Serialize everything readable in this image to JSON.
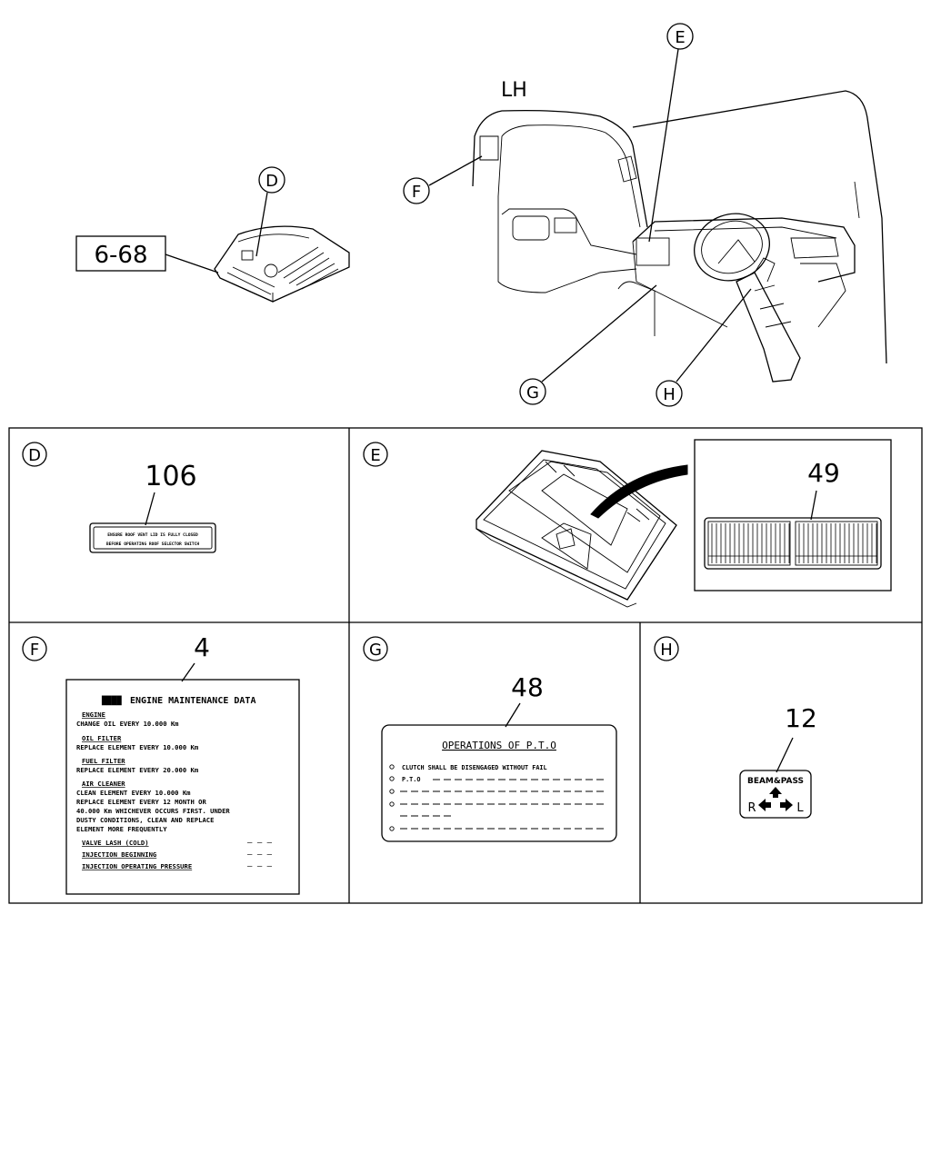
{
  "overview": {
    "side_label": "LH",
    "ref_box": "6-68",
    "callouts": {
      "D": "D",
      "E": "E",
      "F": "F",
      "G": "G",
      "H": "H"
    }
  },
  "panel_d": {
    "letter": "D",
    "part_number": "106",
    "label_line1": "ENSURE ROOF VENT LID IS FULLY CLOSED",
    "label_line2": "BEFORE OPERATING ROOF SELECTOR SWITCH"
  },
  "panel_e": {
    "letter": "E",
    "part_number": "49"
  },
  "panel_f": {
    "letter": "F",
    "part_number": "4",
    "title_prefix": "████",
    "title": "ENGINE MAINTENANCE DATA",
    "sections": [
      {
        "heading": "ENGINE",
        "lines": [
          "CHANGE OIL EVERY 10.000 Km"
        ]
      },
      {
        "heading": "OIL FILTER",
        "lines": [
          "REPLACE ELEMENT EVERY 10.000 Km"
        ]
      },
      {
        "heading": "FUEL FILTER",
        "lines": [
          "REPLACE ELEMENT EVERY 20.000 Km"
        ]
      },
      {
        "heading": "AIR CLEANER",
        "lines": [
          "CLEAN ELEMENT EVERY 10.000 Km",
          "REPLACE ELEMENT EVERY 12 MONTH OR",
          "40.000 Km WHICHEVER OCCURS FIRST. UNDER",
          "DUSTY CONDITIONS, CLEAN AND REPLACE",
          "ELEMENT MORE FREQUENTLY"
        ]
      }
    ],
    "specs": [
      "VALVE LASH (COLD)",
      "INJECTION BEGINNING",
      "INJECTION OPERATING PRESSURE"
    ],
    "spec_blank": "— — —"
  },
  "panel_g": {
    "letter": "G",
    "part_number": "48",
    "title": "OPERATIONS OF P.T.O",
    "line1": "CLUTCH SHALL BE DISENGAGED WITHOUT FAIL",
    "line2_prefix": "P.T.O"
  },
  "panel_h": {
    "letter": "H",
    "part_number": "12",
    "badge_text": "BEAM&PASS",
    "right": "R",
    "left": "L"
  }
}
